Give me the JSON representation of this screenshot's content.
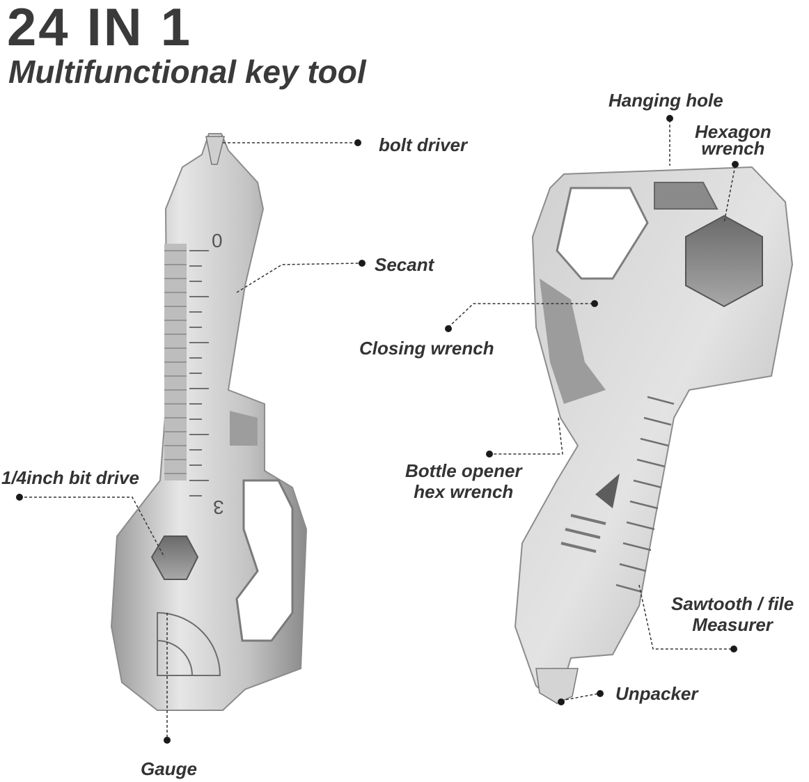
{
  "header": {
    "title": "24 IN 1",
    "subtitle": "Multifunctional key tool"
  },
  "labels": {
    "bolt_driver": "bolt driver",
    "secant": "Secant",
    "bit_drive": "1/4inch bit drive",
    "gauge": "Gauge",
    "hanging_hole": "Hanging hole",
    "hexagon_wrench_1": "Hexagon",
    "hexagon_wrench_2": "wrench",
    "closing_wrench": "Closing wrench",
    "bottle_opener_1": "Bottle opener",
    "bottle_opener_2": "hex wrench",
    "sawtooth_1": "Sawtooth / file",
    "sawtooth_2": "Measurer",
    "unpacker": "Unpacker"
  },
  "ruler_marks": {
    "top": "0",
    "bottom": "3"
  },
  "colors": {
    "text": "#333333",
    "metal_light": "#d9d9d9",
    "metal_mid": "#b5b5b5",
    "metal_dark": "#6e6e6e"
  }
}
